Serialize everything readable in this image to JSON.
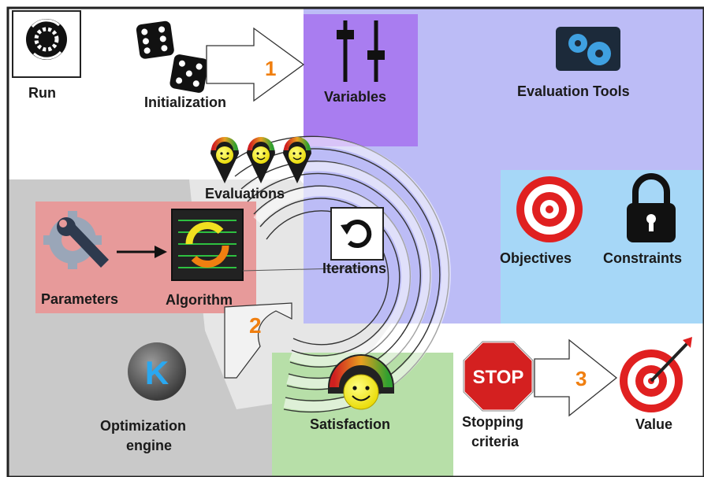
{
  "labels": {
    "run": "Run",
    "initialization": "Initialization",
    "variables": "Variables",
    "evaluation_tools": "Evaluation Tools",
    "evaluations": "Evaluations",
    "parameters": "Parameters",
    "algorithm": "Algorithm",
    "iterations": "Iterations",
    "objectives": "Objectives",
    "constraints": "Constraints",
    "optimization_engine_line1": "Optimization",
    "optimization_engine_line2": "engine",
    "satisfaction": "Satisfaction",
    "stopping_criteria_line1": "Stopping",
    "stopping_criteria_line2": "criteria",
    "value": "Value",
    "stop_sign": "STOP",
    "engine_logo_letter": "K"
  },
  "steps": {
    "one": "1",
    "two": "2",
    "three": "3"
  },
  "colors": {
    "variables_panel": "#a87cf0",
    "evaluation_tools_panel": "#b8b8f8",
    "objectives_panel": "#a8d8f8",
    "parameters_panel": "#e89898",
    "engine_panel": "#c8c8c8",
    "satisfaction_panel": "#b8e0a8",
    "step_number": "#f07f10",
    "target_red": "#e02020",
    "stop_red": "#d42020"
  },
  "icons": [
    "run-icon",
    "dice-icon",
    "variables-sliders-icon",
    "gears-icon",
    "smiley-pin-icon",
    "wrench-gear-icon",
    "algorithm-icon",
    "iterations-icon",
    "target-icon",
    "lock-icon",
    "engine-logo-icon",
    "satisfaction-gauge-icon",
    "stop-sign-icon",
    "target-arrow-icon"
  ]
}
